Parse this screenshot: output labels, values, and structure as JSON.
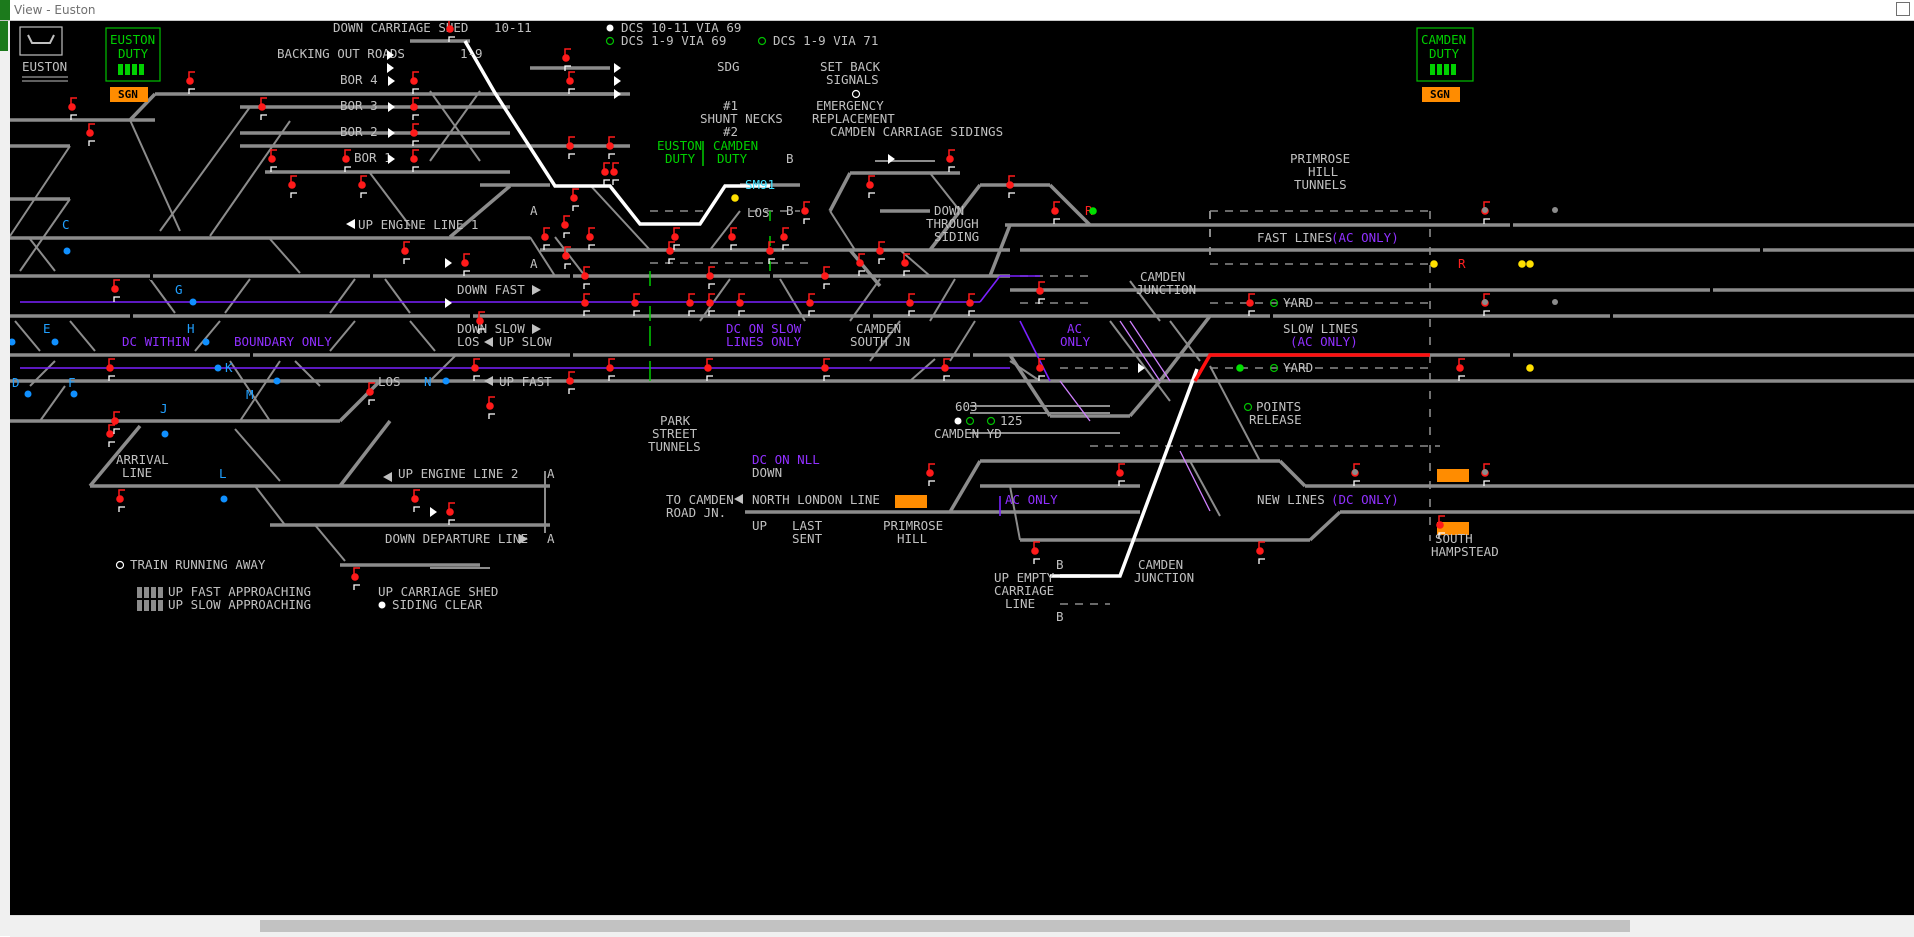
{
  "window": {
    "title": "View - Euston"
  },
  "colors": {
    "background": "#000000",
    "track": "#8c8c8c",
    "route_set": "#ffffff",
    "route_occupied": "#ff1010",
    "dc_lines": "#7a20ff",
    "berth_labels": "#20a0ff",
    "duty_panel": "#00d000",
    "sgn_button": "#ff8c00",
    "signal_danger": "#ff1a1a"
  },
  "icons": {
    "euston_tile": "monitor-tile-icon",
    "signal": "signal-head-icon",
    "berth": "berth-dot-icon",
    "exit_arrow": "exit-arrow-icon"
  },
  "panels": {
    "euston": {
      "name": "EUSTON",
      "duty_line1": "EUSTON",
      "duty_line2": "DUTY",
      "sgn": "SGN"
    },
    "camden": {
      "duty_line1": "CAMDEN",
      "duty_line2": "DUTY",
      "sgn": "SGN"
    }
  },
  "header": {
    "down_carriage_shed": "DOWN CARRIAGE SHED",
    "shed_roads": "10-11",
    "backing_out_roads": "BACKING OUT ROADS",
    "backing_out_range": "1-9",
    "dcs_10_11_via_69": "DCS 10-11 VIA 69",
    "dcs_1_9_via_69": "DCS 1-9 VIA 69",
    "dcs_1_9_via_71": "DCS 1-9 VIA 71",
    "sdg": "SDG",
    "set_back": "SET BACK",
    "signals": "SIGNALS",
    "emergency": "EMERGENCY",
    "replacement": "REPLACEMENT",
    "shunt_necks": "SHUNT NECKS",
    "neck1": "#1",
    "neck2": "#2"
  },
  "bor": {
    "bor4": "BOR 4",
    "bor3": "BOR 3",
    "bor2": "BOR 2",
    "bor1": "BOR 1"
  },
  "boundary": {
    "euston_duty_1": "EUSTON",
    "euston_duty_2": "DUTY",
    "camden_duty_1": "CAMDEN",
    "camden_duty_2": "DUTY"
  },
  "berths": [
    "C",
    "G",
    "E",
    "H",
    "D",
    "F",
    "K",
    "J",
    "M",
    "N",
    "L"
  ],
  "labels": {
    "up_engine_line_1": "UP ENGINE LINE 1",
    "down_fast": "DOWN FAST",
    "down_slow": "DOWN SLOW",
    "los": "LOS",
    "up_slow": "UP SLOW",
    "up_fast": "UP FAST",
    "dc_within": "DC WITHIN",
    "boundary_only": "BOUNDARY ONLY",
    "dc_on_slow_1": "DC ON SLOW",
    "dc_on_slow_2": "LINES ONLY",
    "camden_south_1": "CAMDEN",
    "camden_south_2": "SOUTH JN",
    "camden_carriage_sidings": "CAMDEN CARRIAGE SIDINGS",
    "down_through_1": "DOWN",
    "down_through_2": "THROUGH",
    "down_through_3": "SIDING",
    "primrose_tunnels_1": "PRIMROSE",
    "primrose_tunnels_2": "HILL",
    "primrose_tunnels_3": "TUNNELS",
    "fast_lines": "FAST LINES",
    "ac_only_paren": "(AC ONLY)",
    "camden_junction_1": "CAMDEN",
    "camden_junction_2": "JUNCTION",
    "yard": "YARD",
    "ac": "AC",
    "only": "ONLY",
    "slow_lines": "SLOW LINES",
    "points_1": "POINTS",
    "points_2": "RELEASE",
    "camden_yd": "CAMDEN YD",
    "b603": "603",
    "b125": "125",
    "park_street_1": "PARK",
    "park_street_2": "STREET",
    "park_street_3": "TUNNELS",
    "arrival_1": "ARRIVAL",
    "arrival_2": "LINE",
    "up_engine_line_2": "UP ENGINE LINE 2",
    "down_departure_line": "DOWN DEPARTURE LINE",
    "dc_on_nll": "DC ON NLL",
    "down": "DOWN",
    "to_camden_1": "TO CAMDEN",
    "to_camden_2": "ROAD JN.",
    "north_london_line": "NORTH LONDON LINE",
    "up": "UP",
    "last_1": "LAST",
    "last_2": "SENT",
    "primrose_1": "PRIMROSE",
    "primrose_2": "HILL",
    "ac_only": "AC ONLY",
    "new_lines": "NEW LINES",
    "dc_only_paren": "(DC ONLY)",
    "south_hampstead_1": "SOUTH",
    "south_hampstead_2": "HAMPSTEAD",
    "up_empty_1": "UP EMPTY",
    "up_empty_2": "CARRIAGE",
    "up_empty_3": "LINE",
    "camden_junction_low_1": "CAMDEN",
    "camden_junction_low_2": "JUNCTION",
    "sm91": "SM91",
    "a": "A",
    "b": "B",
    "r": "R"
  },
  "legend": {
    "train_running_away": "TRAIN RUNNING AWAY",
    "up_fast_approaching": "UP FAST APPROACHING",
    "up_slow_approaching": "UP SLOW APPROACHING",
    "up_carriage_shed": "UP CARRIAGE SHED",
    "siding_clear": "SIDING CLEAR"
  }
}
